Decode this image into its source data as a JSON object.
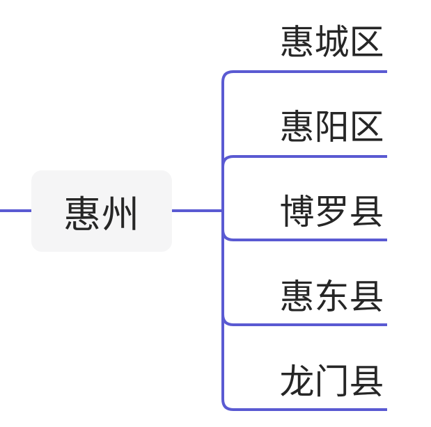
{
  "mindmap": {
    "root": {
      "label": "惠州"
    },
    "children": [
      {
        "label": "惠城区"
      },
      {
        "label": "惠阳区"
      },
      {
        "label": "博罗县"
      },
      {
        "label": "惠东县"
      },
      {
        "label": "龙门县"
      }
    ],
    "colors": {
      "line": "#5A5AD2",
      "root_fill": "#F5F5F6",
      "text": "#262626",
      "background": "#FFFFFF"
    }
  }
}
